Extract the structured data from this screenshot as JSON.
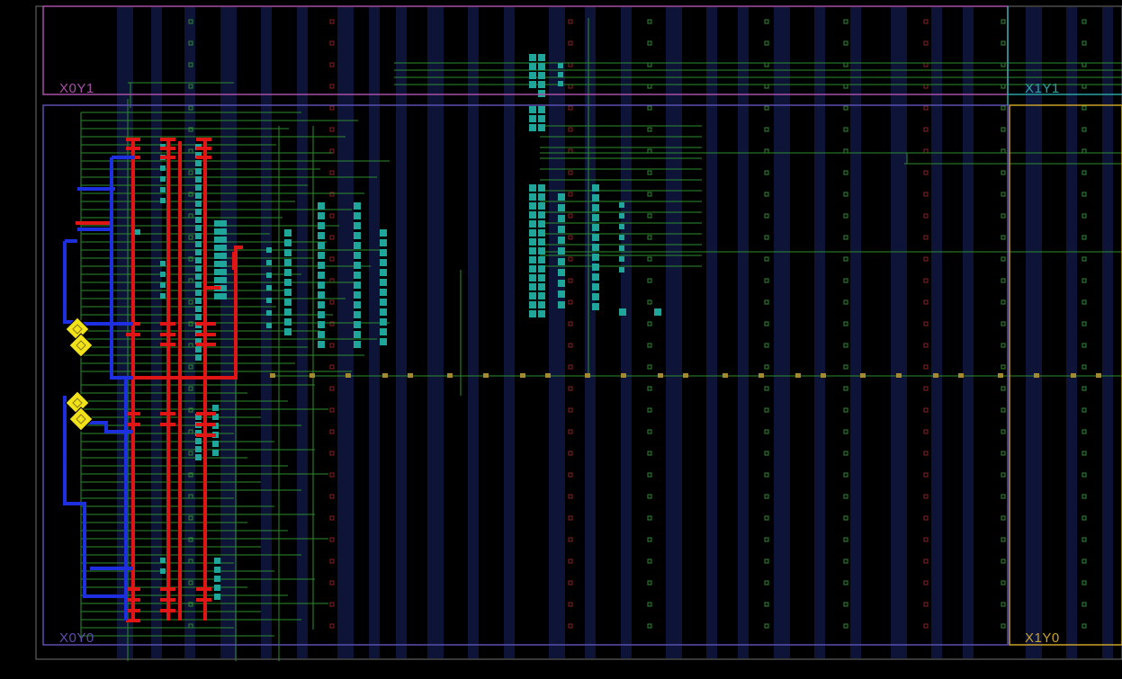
{
  "app": {
    "view": "Device"
  },
  "clock_regions": [
    {
      "id": "X0Y1",
      "label": "X0Y1",
      "color": "#a64fa6"
    },
    {
      "id": "X1Y1",
      "label": "X1Y1",
      "color": "#2ba3a3"
    },
    {
      "id": "X0Y0",
      "label": "X0Y0",
      "color": "#5a4fb0"
    },
    {
      "id": "X1Y0",
      "label": "X1Y0",
      "color": "#c9a227"
    }
  ],
  "colors": {
    "background": "#000000",
    "column_stripe": "#0d1438",
    "routing_green": "#2e8b2e",
    "placed_cell": "#1fa59a",
    "net_red": "#e01515",
    "net_blue": "#1e2fe0",
    "io_yellow": "#f2e21a",
    "bus_tan": "#a58a32"
  }
}
